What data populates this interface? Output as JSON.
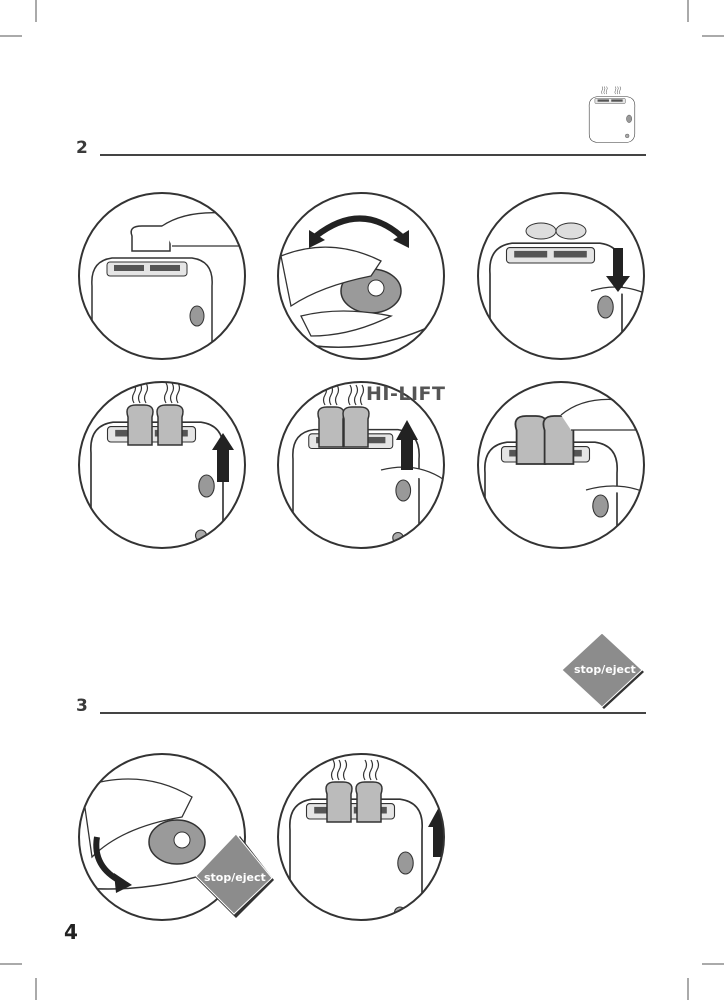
{
  "sections": [
    {
      "number": "2"
    },
    {
      "number": "3"
    }
  ],
  "labels": {
    "hi_lift": "HI-LIFT",
    "stop_eject": "stop/eject",
    "stop_eject_small": "stop/eject"
  },
  "page_number": "4",
  "colors": {
    "button_gray": "#8c8c8c",
    "line": "#444444"
  }
}
